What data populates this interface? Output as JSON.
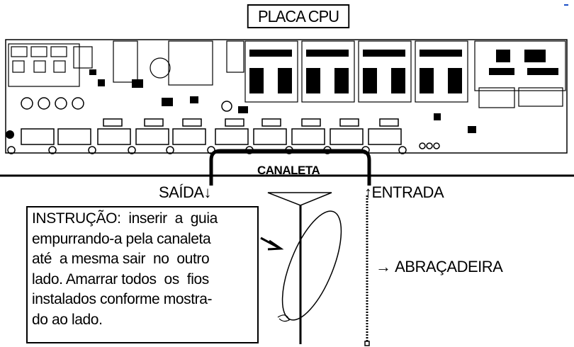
{
  "title": "PLACA CPU",
  "labels": {
    "canaleta": "CANALETA",
    "saida": "SAÍDA",
    "entrada": "ENTRADA",
    "abracadeira": "ABRAÇADEIRA"
  },
  "instruction": {
    "lines": [
      "INSTRUÇÃO:  inserir  a  guia",
      "empurrando-a pela canaleta",
      "até  a mesma sair  no  outro",
      "lado. Amarrar todos  os  fios",
      "instalados conforme mostra-",
      "do ao lado."
    ]
  },
  "arrows": {
    "down": "↓",
    "up": "↑",
    "right": "→"
  },
  "colors": {
    "ink": "#000000",
    "board": "#ffffff",
    "accent": "#1a4fc7"
  }
}
